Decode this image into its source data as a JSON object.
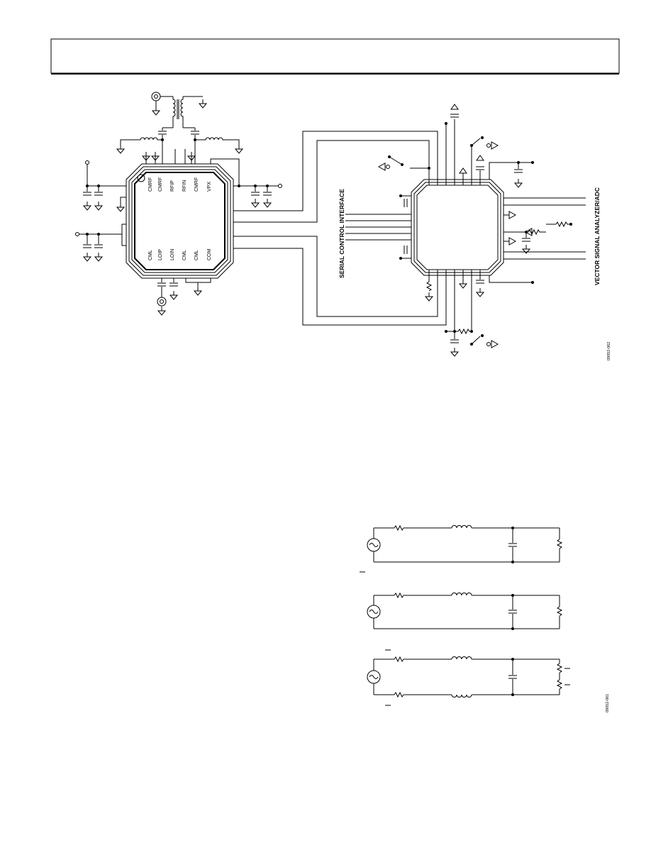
{
  "header": {
    "box": ""
  },
  "figure1": {
    "chip1_pins_top": [
      "CMRF",
      "CMRF",
      "RFIP",
      "RFIN",
      "CMRF",
      "VPX"
    ],
    "chip1_pins_bottom": [
      "CML",
      "LOIP",
      "LOIN",
      "CML",
      "CML",
      "COM"
    ],
    "label_serial": "SERIAL CONTROL INTERFACE",
    "label_vsa": "VECTOR SIGNAL ANALYZER/ADC",
    "fig_id": "09052-062"
  },
  "figure2": {
    "fig_id": "09052-061"
  }
}
